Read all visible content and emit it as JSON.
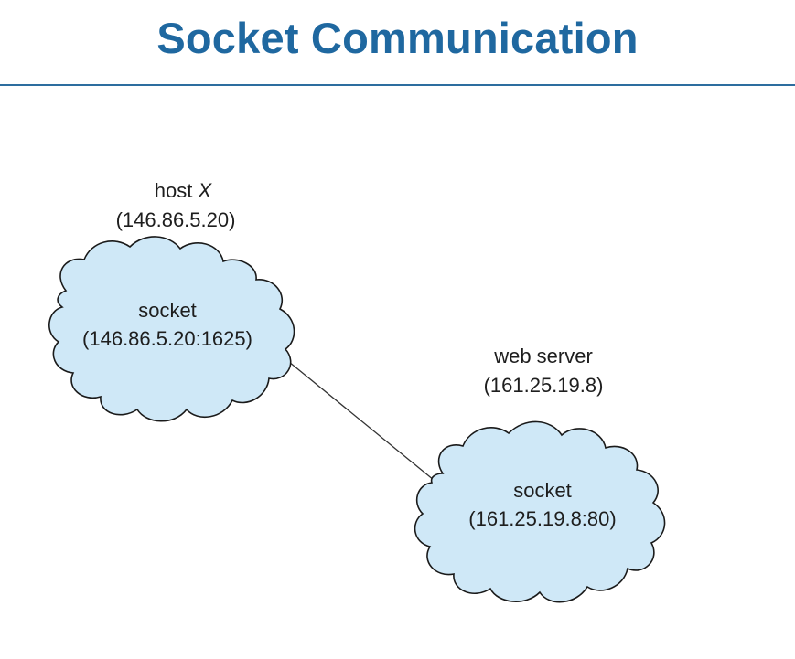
{
  "slide": {
    "title": "Socket Communication"
  },
  "client": {
    "host_prefix": "host ",
    "host_name": "X",
    "host_address": "(146.86.5.20)",
    "socket_label": "socket",
    "socket_address": "(146.86.5.20:1625)"
  },
  "server": {
    "host_label": "web server",
    "host_address": "(161.25.19.8)",
    "socket_label": "socket",
    "socket_address": "(161.25.19.8:80)"
  },
  "colors": {
    "title": "#1f68a0",
    "rule": "#2d6d9f",
    "cloud_fill": "#cfe8f7"
  }
}
